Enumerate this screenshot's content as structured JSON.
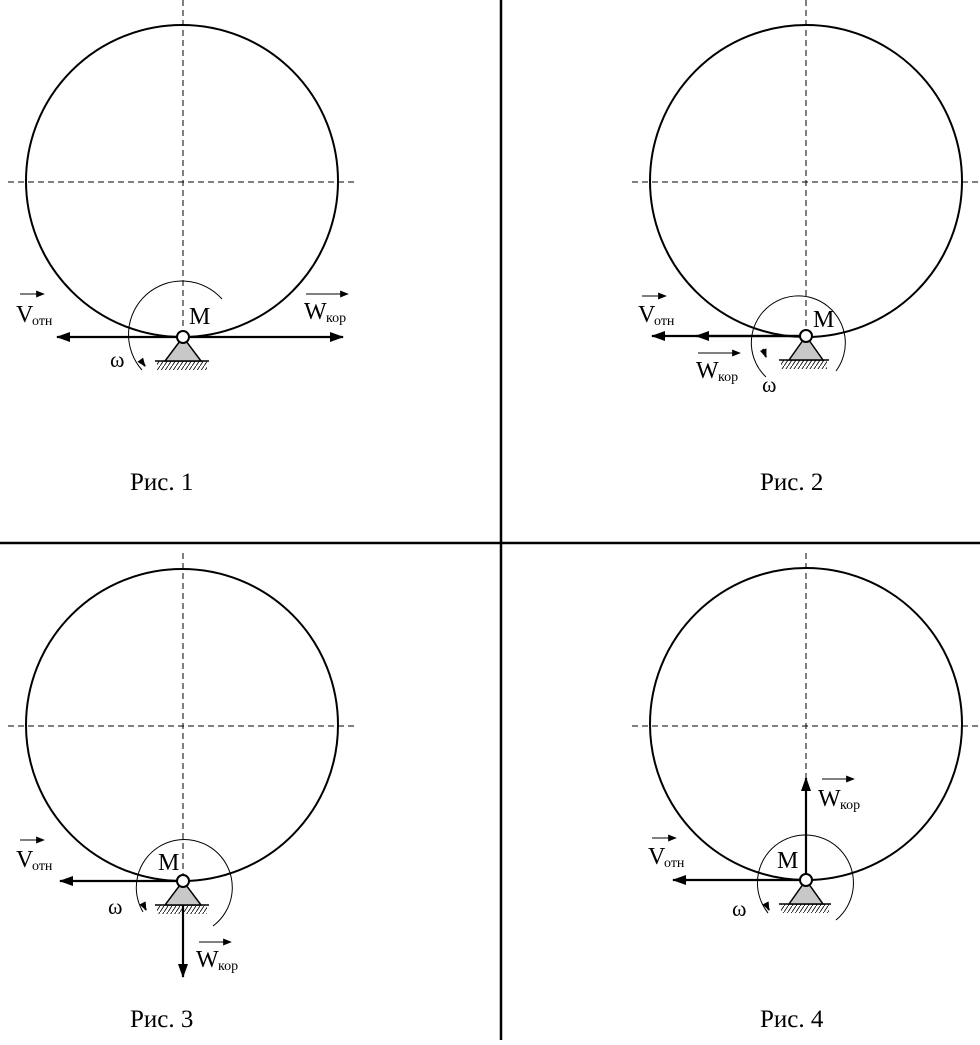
{
  "figures": [
    {
      "caption": "Рис. 1",
      "point": "M",
      "v_label": "V",
      "v_sub": "отн",
      "w_label": "W",
      "w_sub": "кор",
      "omega": "ω",
      "w_direction": "right"
    },
    {
      "caption": "Рис. 2",
      "point": "M",
      "v_label": "V",
      "v_sub": "отн",
      "w_label": "W",
      "w_sub": "кор",
      "omega": "ω",
      "w_direction": "left"
    },
    {
      "caption": "Рис. 3",
      "point": "M",
      "v_label": "V",
      "v_sub": "отн",
      "w_label": "W",
      "w_sub": "кор",
      "omega": "ω",
      "w_direction": "down"
    },
    {
      "caption": "Рис. 4",
      "point": "M",
      "v_label": "V",
      "v_sub": "отн",
      "w_label": "W",
      "w_sub": "кор",
      "omega": "ω",
      "w_direction": "up"
    }
  ]
}
